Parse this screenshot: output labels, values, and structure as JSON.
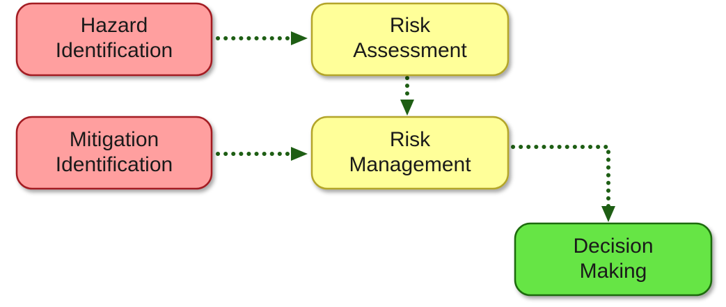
{
  "nodes": {
    "hazard": {
      "line1": "Hazard",
      "line2": "Identification",
      "fill": "#ff9f9f",
      "stroke": "#a31c24"
    },
    "risk_assessment": {
      "line1": "Risk",
      "line2": "Assessment",
      "fill": "#ffff99",
      "stroke": "#b3a52a"
    },
    "mitigation": {
      "line1": "Mitigation",
      "line2": "Identification",
      "fill": "#ff9f9f",
      "stroke": "#a31c24"
    },
    "risk_management": {
      "line1": "Risk",
      "line2": "Management",
      "fill": "#ffff99",
      "stroke": "#b3a52a"
    },
    "decision": {
      "line1": "Decision",
      "line2": "Making",
      "fill": "#66e544",
      "stroke": "#1e6b10"
    }
  },
  "edges": [
    {
      "from": "Hazard Identification",
      "to": "Risk Assessment"
    },
    {
      "from": "Risk Assessment",
      "to": "Risk Management"
    },
    {
      "from": "Mitigation Identification",
      "to": "Risk Management"
    },
    {
      "from": "Risk Management",
      "to": "Decision Making"
    }
  ],
  "colors": {
    "edge": "#1e5e14"
  }
}
